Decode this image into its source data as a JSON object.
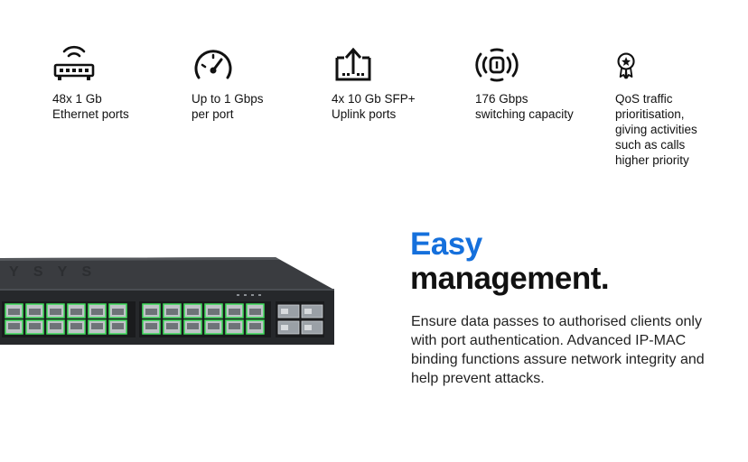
{
  "features": [
    {
      "icon": "router-icon",
      "text": "48x 1 Gb\nEthernet ports"
    },
    {
      "icon": "speedometer-icon",
      "text": "Up to 1 Gbps\nper port"
    },
    {
      "icon": "uplink-upload-icon",
      "text": "4x 10 Gb SFP+\nUplink ports"
    },
    {
      "icon": "wireless-switching-icon",
      "text": "176 Gbps\nswitching capacity"
    },
    {
      "icon": "award-star-icon",
      "text": "QoS traffic\nprioritisation,\ngiving activities\nsuch as calls\nhigher priority"
    }
  ],
  "headline": {
    "accent": "Easy",
    "main": "management."
  },
  "paragraph": "Ensure data passes to authorised clients only with port authentication. Advanced IP-MAC binding functions assure network integrity and help prevent attacks.",
  "colors": {
    "accent": "#1570dc",
    "port_led": "#3ddc5a",
    "chassis": "#2b2d30"
  }
}
